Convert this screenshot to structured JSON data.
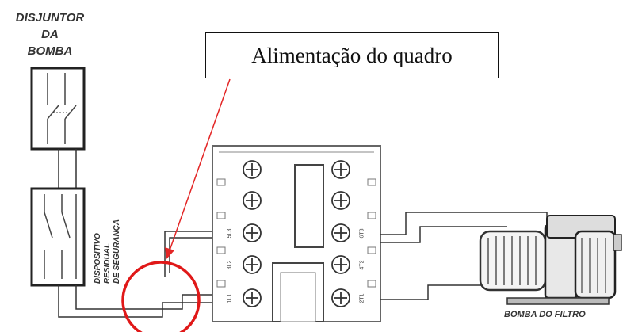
{
  "breaker": {
    "title_lines": [
      "DISJUNTOR",
      "DA",
      "BOMBA"
    ]
  },
  "rcd": {
    "label_lines": [
      "DISPOSITIVO",
      "RESIDUAL",
      "DE SEGURANÇA"
    ]
  },
  "callout": {
    "text": "Alimentação do quadro"
  },
  "pump": {
    "label": "BOMBA DO FILTRO"
  },
  "contactor": {
    "left_terminals": [
      "5L3",
      "3L2",
      "1L1"
    ],
    "right_terminals": [
      "6T3",
      "4T2",
      "2T1"
    ]
  },
  "colors": {
    "arrow": "#e32626",
    "circle": "#e01818",
    "line": "#333333"
  }
}
